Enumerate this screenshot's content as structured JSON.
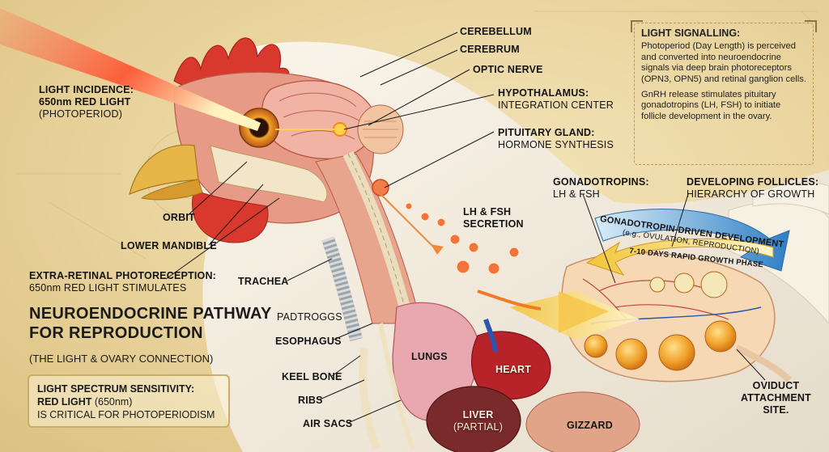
{
  "labels": {
    "light_incidence": {
      "title": "LIGHT INCIDENCE:",
      "line2": "650nm RED LIGHT",
      "line3": "(PHOTOPERIOD)"
    },
    "cerebellum": "CEREBELLUM",
    "cerebrum": "CEREBRUM",
    "optic_nerve": "OPTIC NERVE",
    "hypothalamus": {
      "title": "HYPOTHALAMUS:",
      "sub": "INTEGRATION CENTER"
    },
    "pituitary": {
      "title": "PITUITARY GLAND:",
      "sub": "HORMONE SYNTHESIS"
    },
    "gonadotropins": {
      "title": "GONADOTROPINS:",
      "sub": "LH & FSH"
    },
    "follicles": {
      "title": "DEVELOPING FOLLICLES:",
      "sub": "HIERARCHY OF GROWTH"
    },
    "lh_fsh": {
      "line1": "LH & FSH",
      "line2": "SECRETION"
    },
    "orbit": "ORBIT",
    "lower_mandible": "LOWER MANDIBLE",
    "extra_retinal": {
      "title": "EXTRA-RETINAL PHOTORECEPTION:",
      "sub": "650nm RED LIGHT STIMULATES"
    },
    "trachea": "TRACHEA",
    "padtroggs": "PADTROGGS",
    "esophagus": "ESOPHAGUS",
    "keel_bone": "KEEL BONE",
    "ribs": "RIBS",
    "air_sacs": "AIR SACS",
    "lungs": "LUNGS",
    "heart": "HEART",
    "liver": {
      "title": "LIVER",
      "sub": "(PARTIAL)"
    },
    "gizzard": "GIZZARD",
    "oviduct": {
      "line1": "OVIDUCT",
      "line2": "ATTACHMENT",
      "line3": "SITE."
    }
  },
  "arrows": {
    "blue_main": "GONADOTROPIN-DRIVEN DEVELOPMENT",
    "blue_sub": "(e.g., OVULATION, REPRODUCTION)",
    "yellow": "7-10 DAYS RAPID GROWTH PHASE"
  },
  "title": {
    "line1": "NEUROENDOCRINE PATHWAY",
    "line2": "FOR REPRODUCTION",
    "subtitle": "(THE LIGHT & OVARY CONNECTION)"
  },
  "spectrum_box": {
    "line1": "LIGHT SPECTRUM SENSITIVITY:",
    "bold2": "RED LIGHT",
    "normal2": " (650nm)",
    "line3": "IS CRITICAL FOR PHOTOPERIODISM"
  },
  "info_box": {
    "heading": "LIGHT SIGNALLING:",
    "p1": "Photoperiod (Day Length) is perceived and converted into neuroendocrine signals via deep brain photoreceptors (OPN3, OPN5) and retinal ganglion cells.",
    "p2": "GnRH release stimulates pituitary gonadotropins (LH, FSH) to initiate follicle development in the ovary."
  },
  "colors": {
    "background": "#ead59f",
    "red_light": "#e8452a",
    "blue_arrow": "#2f7fc4",
    "yellow_arrow": "#f2c53a",
    "follicle": "#f0a12a"
  }
}
